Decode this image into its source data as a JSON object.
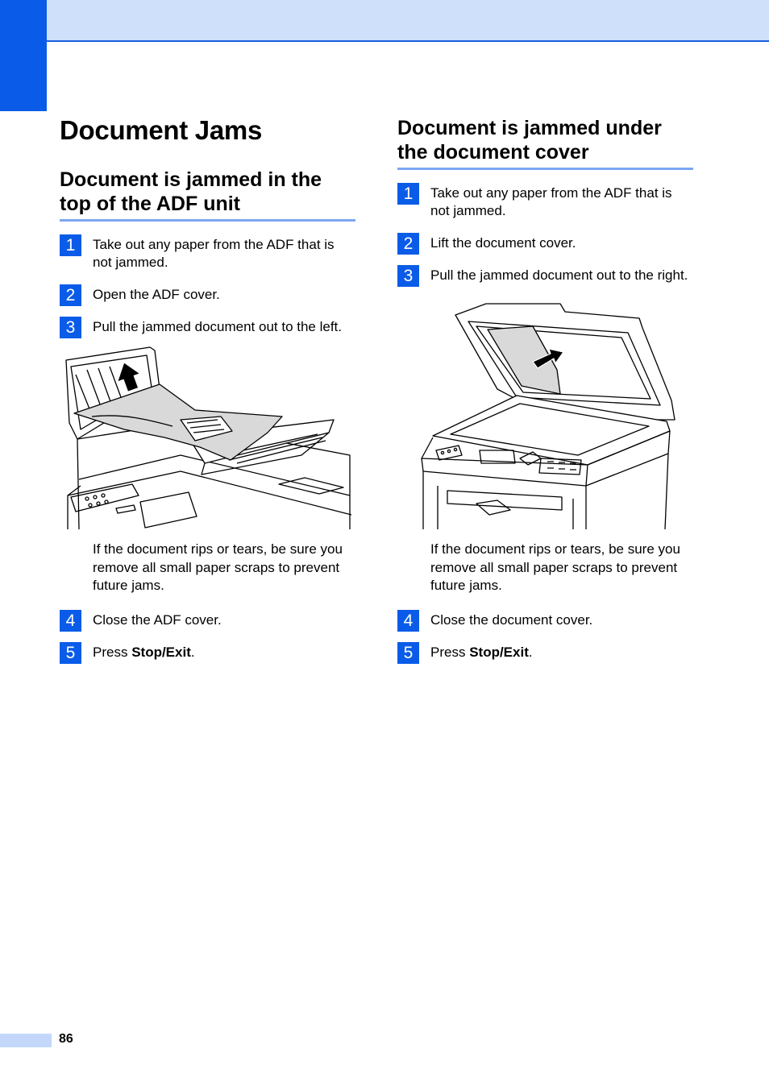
{
  "page_title": "Document Jams",
  "left": {
    "heading": "Document is jammed in the top of the ADF unit",
    "steps_before": [
      {
        "num": "1",
        "text": "Take out any paper from the ADF that is not jammed."
      },
      {
        "num": "2",
        "text": "Open the ADF cover."
      },
      {
        "num": "3",
        "text": "Pull the jammed document out to the left."
      }
    ],
    "note": "If the document rips or tears, be sure you remove all small paper scraps to prevent future jams.",
    "step4": {
      "num": "4",
      "text": "Close the ADF cover."
    },
    "step5": {
      "num": "5",
      "prefix": "Press ",
      "bold": "Stop/Exit",
      "suffix": "."
    }
  },
  "right": {
    "heading": "Document is jammed under the document cover",
    "steps_before": [
      {
        "num": "1",
        "text": "Take out any paper from the ADF that is not jammed."
      },
      {
        "num": "2",
        "text": "Lift the document cover."
      },
      {
        "num": "3",
        "text": "Pull the jammed document out to the right."
      }
    ],
    "note": "If the document rips or tears, be sure you remove all small paper scraps to prevent future jams.",
    "step4": {
      "num": "4",
      "text": "Close the document cover."
    },
    "step5": {
      "num": "5",
      "prefix": "Press ",
      "bold": "Stop/Exit",
      "suffix": "."
    }
  },
  "page_number": "86",
  "colors": {
    "accent": "#0a5ce8",
    "band": "#cfe0fb",
    "rule": "#7ea6f2"
  }
}
